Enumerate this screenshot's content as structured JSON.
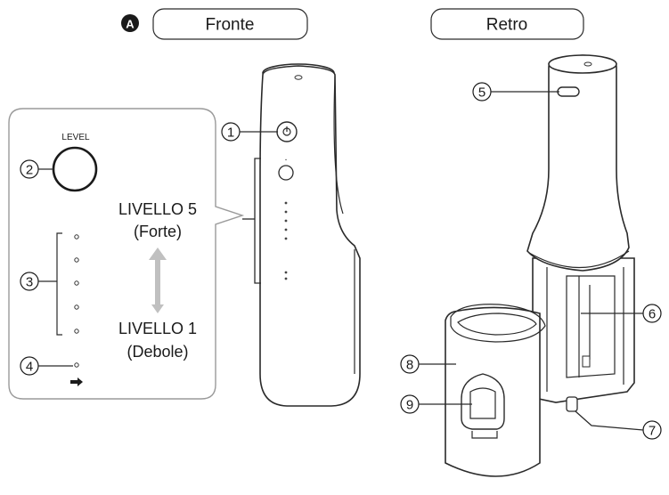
{
  "header": {
    "badge": "A",
    "front_label": "Fronte",
    "back_label": "Retro"
  },
  "panel": {
    "level_text": "LEVEL",
    "level5_line1": "LIVELLO 5",
    "level5_line2": "(Forte)",
    "level1_line1": "LIVELLO 1",
    "level1_line2": "(Debole)"
  },
  "callouts": {
    "c1": "1",
    "c2": "2",
    "c3": "3",
    "c4": "4",
    "c5": "5",
    "c6": "6",
    "c7": "7",
    "c8": "8",
    "c9": "9"
  },
  "colors": {
    "line": "#2a2a2a",
    "arrow": "#c0c0c0",
    "panel_border": "#9a9a9a"
  }
}
